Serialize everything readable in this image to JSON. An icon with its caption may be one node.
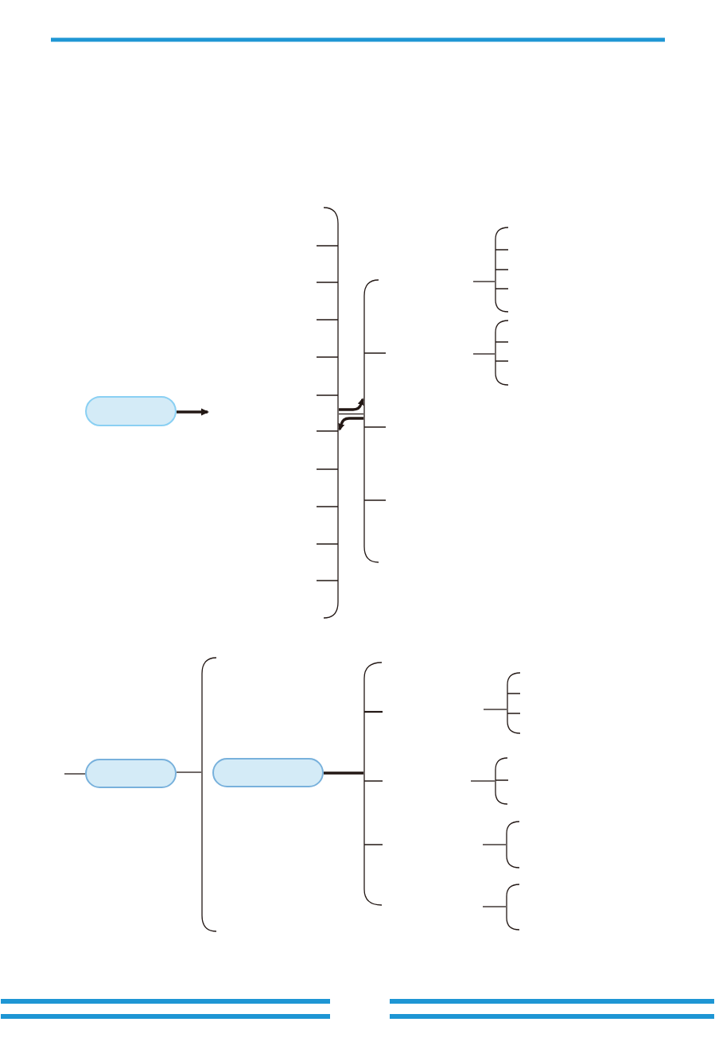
{
  "diagram": {
    "nodes": [
      {
        "text": [],
        "shape": "pill"
      },
      {
        "text": [],
        "shape": "bracket"
      },
      {
        "text": [],
        "shape": "bracket"
      },
      {
        "text": [],
        "shape": "bracket"
      },
      {
        "text": [],
        "shape": "bracket"
      },
      {
        "text": [],
        "shape": "pill"
      },
      {
        "text": [],
        "shape": "bracket"
      },
      {
        "text": [],
        "shape": "pill"
      },
      {
        "text": [],
        "shape": "bracket"
      },
      {
        "text": [],
        "shape": "bracket"
      },
      {
        "text": [],
        "shape": "bracket"
      },
      {
        "text": [],
        "shape": "bracket"
      },
      {
        "text": [],
        "shape": "bracket"
      }
    ],
    "edges": [
      {
        "from": 0,
        "to": null,
        "arrow": "to",
        "style": "thick"
      },
      {
        "from": 1,
        "to": 2,
        "arrow": "none"
      },
      {
        "from": 1,
        "to": 2,
        "arrow": "to",
        "style": "thick"
      },
      {
        "from": 2,
        "to": 1,
        "arrow": "to",
        "style": "thick"
      },
      {
        "from": null,
        "to": 3,
        "arrow": "none"
      },
      {
        "from": null,
        "to": 4,
        "arrow": "none"
      },
      {
        "from": null,
        "to": 5,
        "arrow": "none"
      },
      {
        "from": 5,
        "to": 6,
        "arrow": "none"
      },
      {
        "from": 7,
        "to": 8,
        "arrow": "none",
        "style": "thick"
      },
      {
        "from": null,
        "to": 9,
        "arrow": "none"
      },
      {
        "from": null,
        "to": 10,
        "arrow": "none"
      },
      {
        "from": null,
        "to": 11,
        "arrow": "none"
      },
      {
        "from": null,
        "to": 12,
        "arrow": "none"
      }
    ]
  }
}
